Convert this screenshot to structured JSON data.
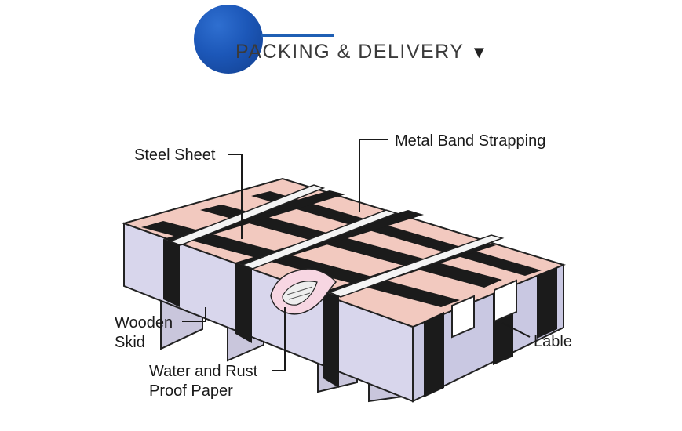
{
  "header": {
    "title": "PACKING & DELIVERY",
    "arrow": "▼",
    "accent_color": "#1f5fb4"
  },
  "diagram": {
    "labels": {
      "steel_sheet": "Steel Sheet",
      "metal_band": "Metal Band Strapping",
      "wooden_skid_line1": "Wooden",
      "wooden_skid_line2": "Skid",
      "paper_line1": "Water and Rust",
      "paper_line2": "Proof Paper",
      "lable": "Lable"
    },
    "colors": {
      "top_face": "#f2c9bf",
      "side_face": "#d8d6ec",
      "strap": "#1b1b1b",
      "band": "#f4f4f4",
      "skid": "#c9c6dc"
    }
  }
}
